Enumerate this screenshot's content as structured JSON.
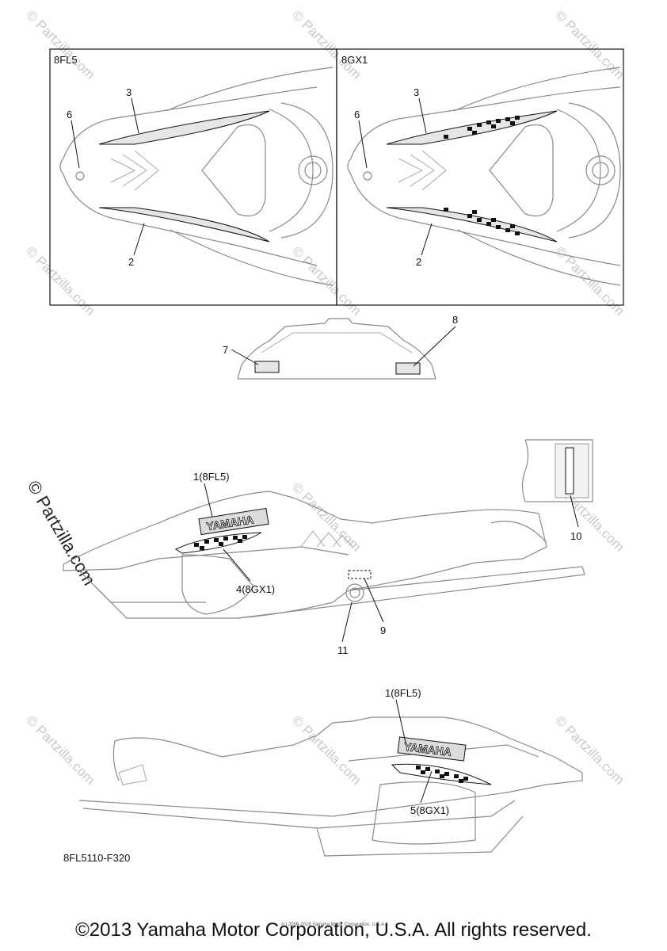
{
  "panels": {
    "left_title": "8FL5",
    "right_title": "8GX1"
  },
  "callouts": {
    "c1_8fl5": "1(8FL5)",
    "c2": "2",
    "c3": "3",
    "c4_8gx1": "4(8GX1)",
    "c5_8gx1": "5(8GX1)",
    "c6": "6",
    "c7": "7",
    "c8": "8",
    "c9": "9",
    "c10": "10",
    "c11": "11"
  },
  "decal_text": "YAMAHA",
  "watermark": "© Partzilla.com",
  "diagram_code": "8FL5110-F320",
  "footer": {
    "copyright": "©2013 Yamaha Motor Corporation, U.S.A. All rights reserved.",
    "small_notice": "(c) 2006-2016 Yamaha Motor Corporation, U.S.A."
  },
  "colors": {
    "line": "#8a8a8a",
    "ink": "#111111",
    "watermark": "#c9c9c9"
  }
}
